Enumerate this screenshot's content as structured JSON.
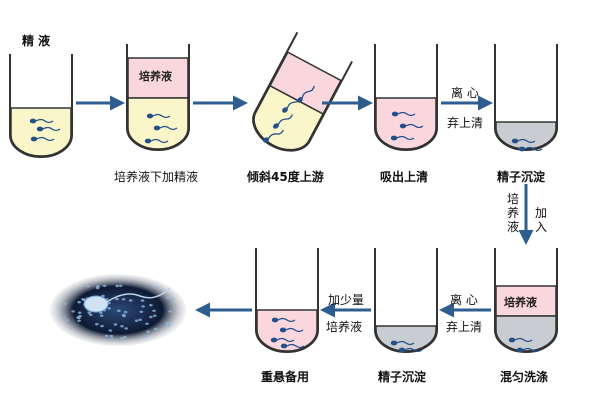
{
  "labels": {
    "semen": "精 液",
    "tube_top_medium": "培养液",
    "tube1": "培养液下加精液",
    "tube2": "倾斜45度上游",
    "tube3": "吸出上清",
    "tube4": "精子沉淀",
    "tube_mix_medium": "培养液",
    "tube5": "混匀洗涤",
    "tube6": "精子沉淀",
    "tube7": "重悬备用"
  },
  "steps": {
    "centrifuge_1": "离 心",
    "discard_1": "弃上清",
    "add_medium_1": "培养液",
    "add_1": "加入",
    "centrifuge_2": "离 心",
    "discard_2": "弃上清",
    "add_small": "加少量",
    "medium_2": "培养液"
  },
  "colors": {
    "yellow_fluid": "#fbf6c9",
    "pink_fluid": "#f9d7dc",
    "gray_pellet": "#c9cdd2",
    "arrow": "#2e5d8f",
    "sperm": "#24508a"
  }
}
